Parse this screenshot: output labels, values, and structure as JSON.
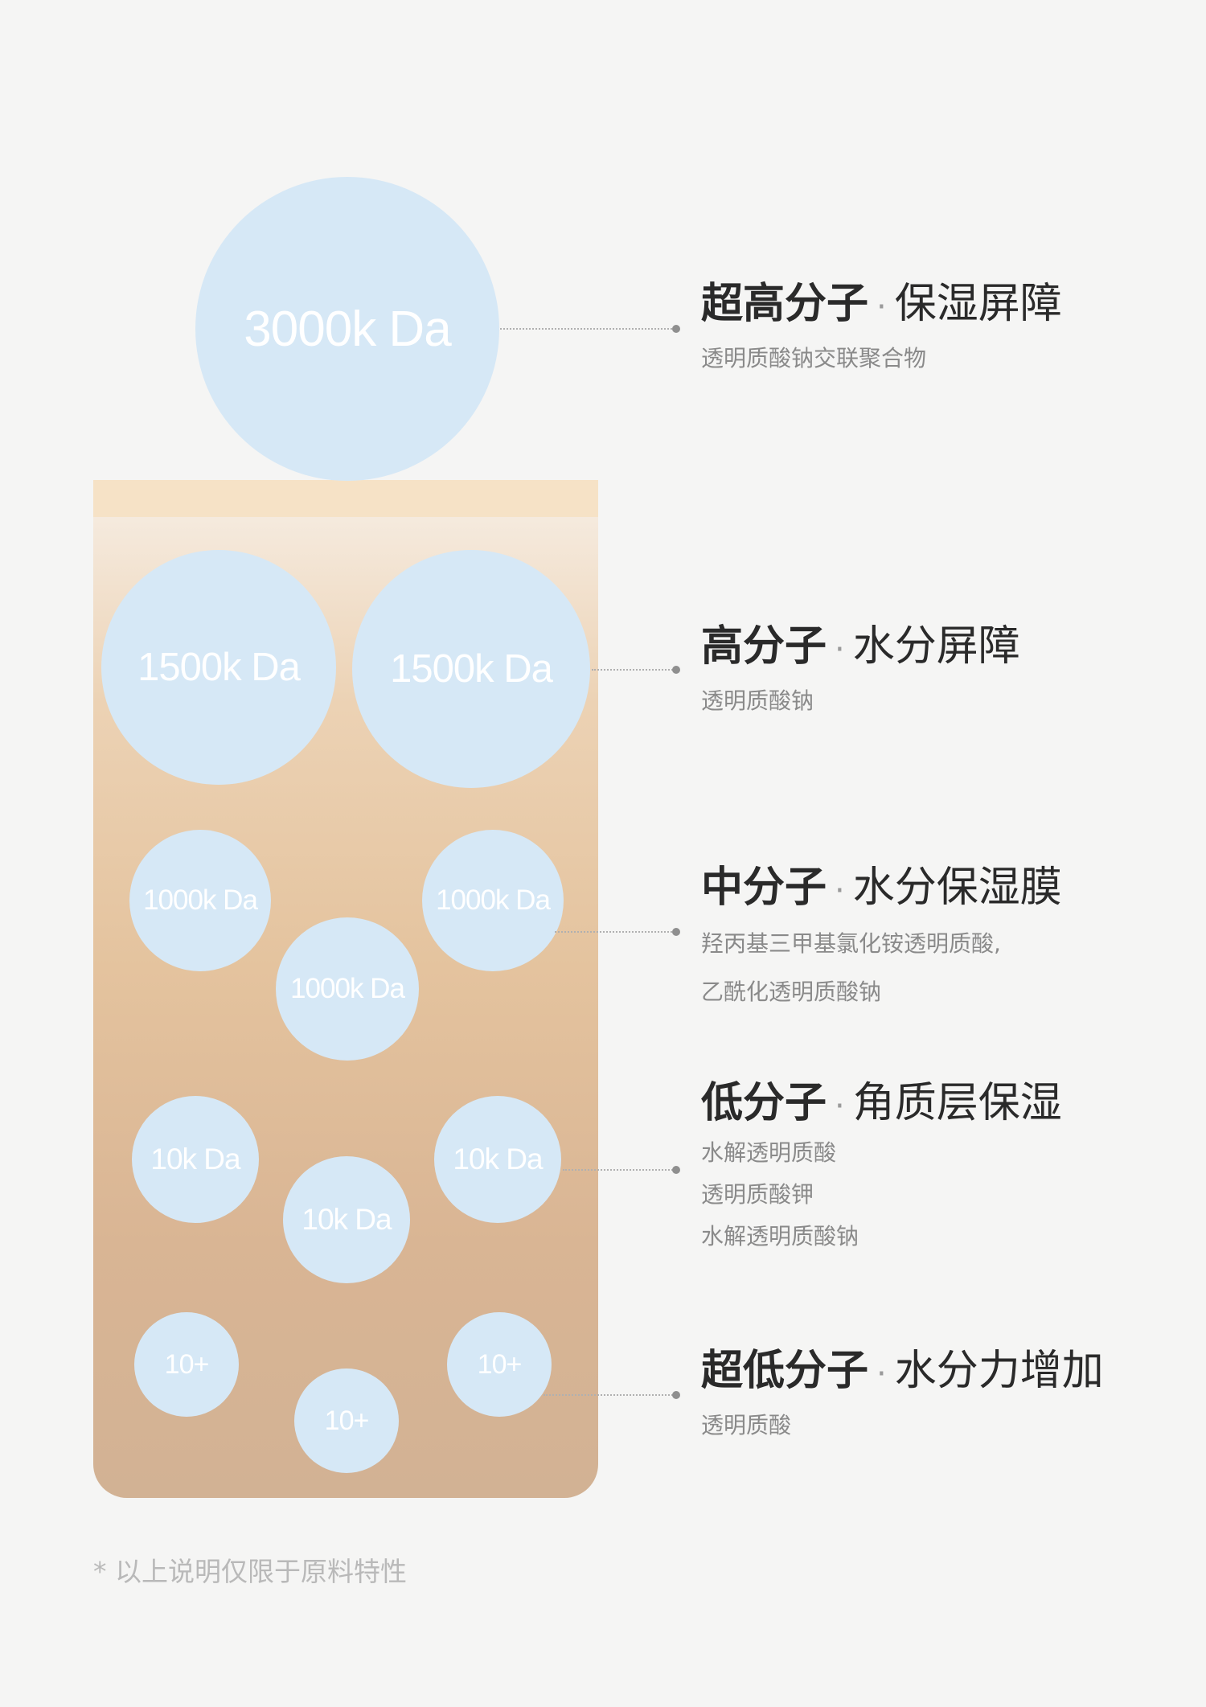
{
  "bubbles": {
    "ultra_high": "3000k Da",
    "high_left": "1500k Da",
    "high_right": "1500k Da",
    "mid_left": "1000k Da",
    "mid_right": "1000k Da",
    "mid_center": "1000k Da",
    "low_left": "10k Da",
    "low_right": "10k Da",
    "low_center": "10k Da",
    "ultra_low_left": "10+",
    "ultra_low_right": "10+",
    "ultra_low_center": "10+"
  },
  "labels": [
    {
      "title": "超高分子",
      "sep": "·",
      "subtitle": "保湿屏障",
      "items": [
        "透明质酸钠交联聚合物"
      ]
    },
    {
      "title": "高分子",
      "sep": "·",
      "subtitle": "水分屏障",
      "items": [
        "透明质酸钠"
      ]
    },
    {
      "title": "中分子",
      "sep": "·",
      "subtitle": "水分保湿膜",
      "items": [
        "羟丙基三甲基氯化铵透明质酸,",
        "乙酰化透明质酸钠"
      ]
    },
    {
      "title": "低分子",
      "sep": "·",
      "subtitle": "角质层保湿",
      "items": [
        "水解透明质酸",
        "透明质酸钾",
        "水解透明质酸钠"
      ]
    },
    {
      "title": "超低分子",
      "sep": "·",
      "subtitle": "水分力增加",
      "items": [
        "透明质酸"
      ]
    }
  ],
  "note": "* 以上说明仅限于原料特性",
  "colors": {
    "bubble": "#d6e8f6",
    "container_top": "#f6e2c6",
    "container_bottom": "#d2b294"
  }
}
